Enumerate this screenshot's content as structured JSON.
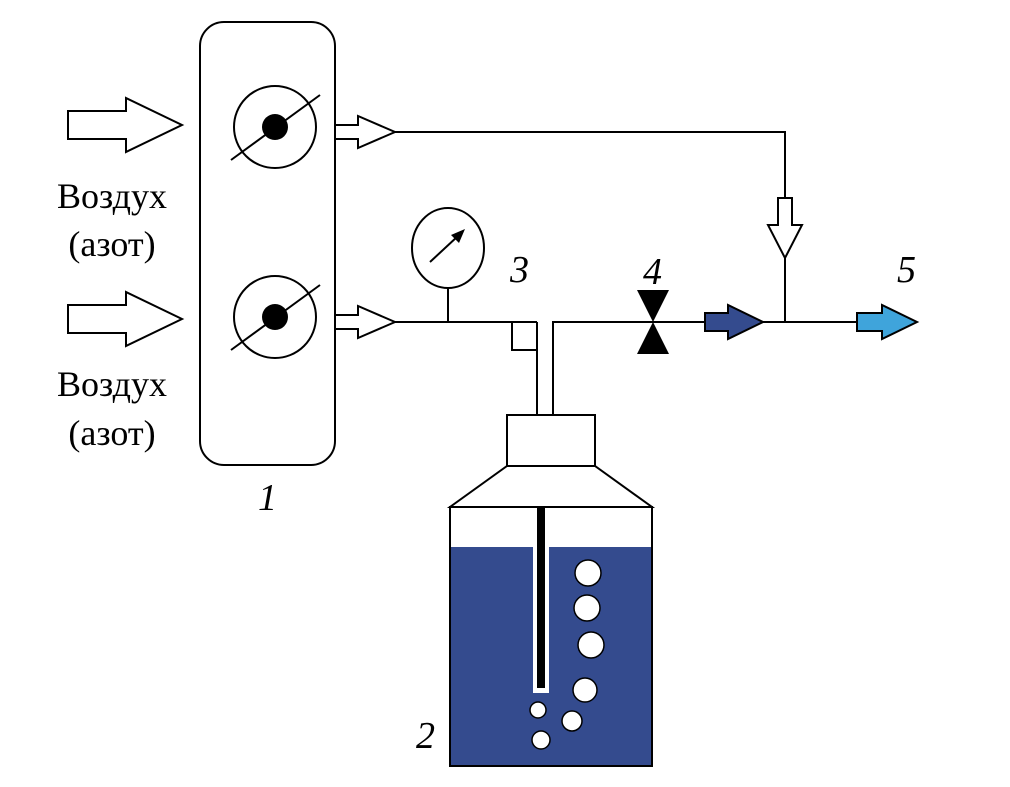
{
  "diagram": {
    "inputs": [
      {
        "label_line1": "Воздух",
        "label_line2": "(азот)"
      },
      {
        "label_line1": "Воздух",
        "label_line2": "(азот)"
      }
    ],
    "component_numbers": {
      "flow_controller_block": "1",
      "bubbler_vessel": "2",
      "pressure_gauge": "3",
      "valve": "4",
      "outlet": "5"
    },
    "colors": {
      "liquid": "#344b8e",
      "mixed_flow_arrow": "#344b8e",
      "outlet_arrow": "#3fa4db",
      "line": "#000000",
      "background": "#ffffff"
    }
  }
}
